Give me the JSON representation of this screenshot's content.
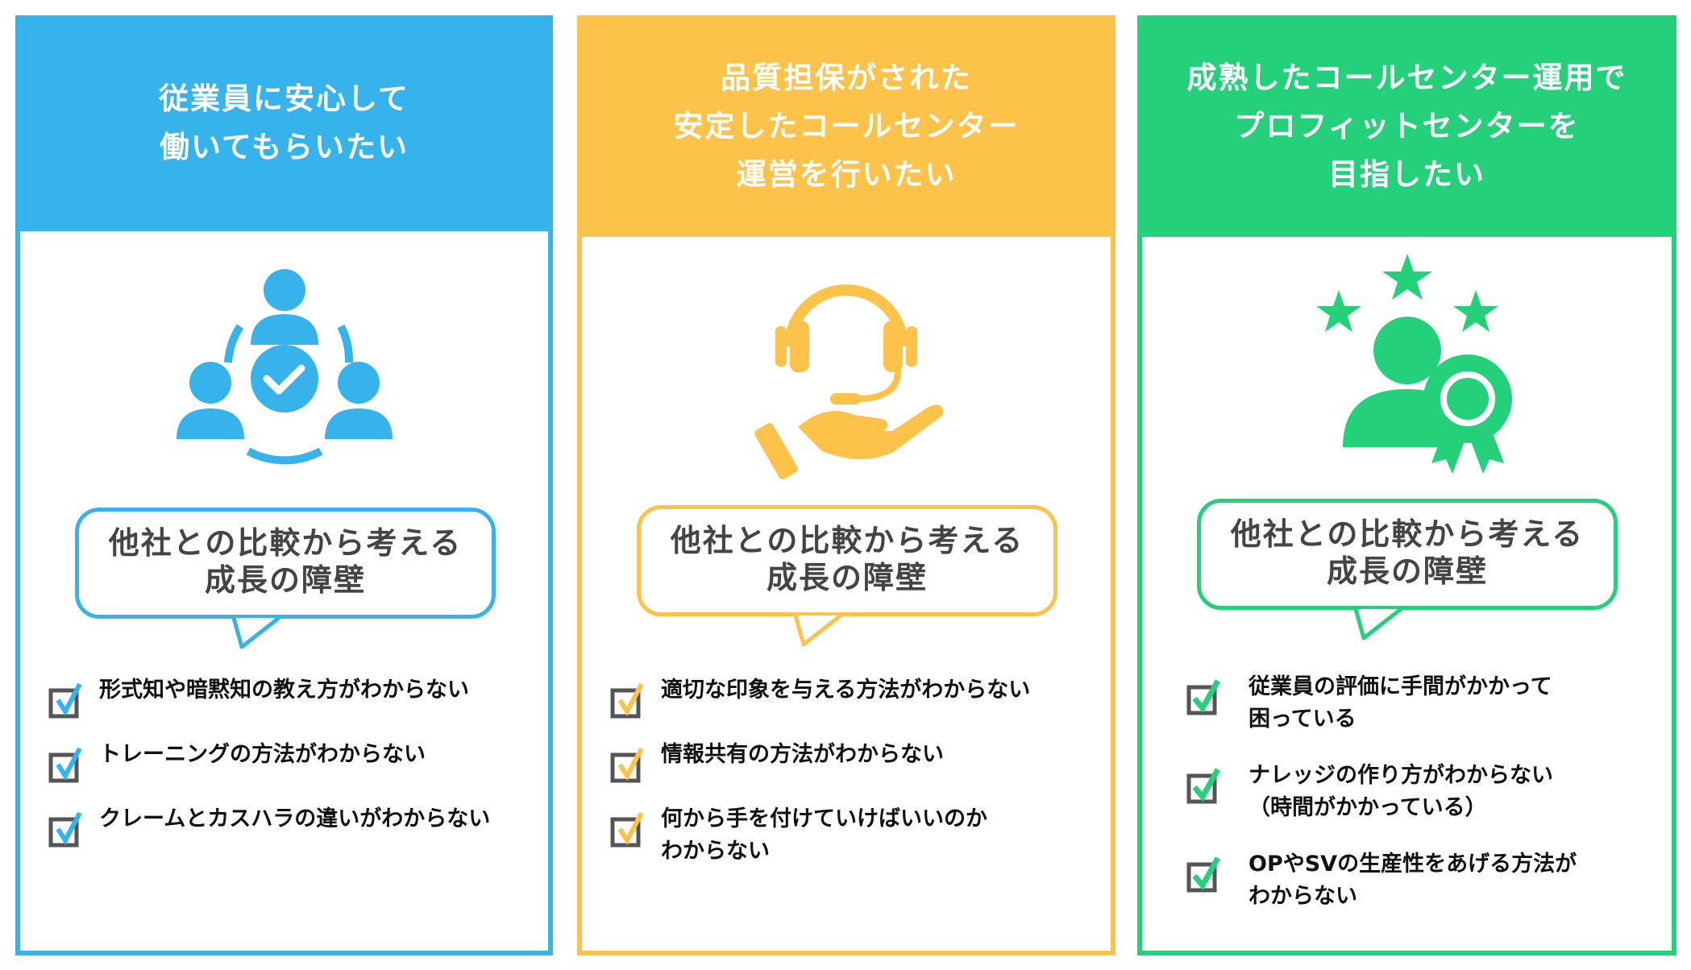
{
  "colors": {
    "blue": "#36b3ea",
    "yellow": "#fdc24a",
    "green": "#25d07a",
    "checkbox": "#555555"
  },
  "panels": [
    {
      "title": "従業員に安心して\n働いてもらいたい",
      "icon": "team-check-icon",
      "bubble": "他社との比較から考える\n成長の障壁",
      "items": [
        "形式知や暗黙知の教え方がわからない",
        "トレーニングの方法がわからない",
        "クレームとカスハラの違いがわからない"
      ]
    },
    {
      "title": "品質担保がされた\n安定したコールセンター\n運営を行いたい",
      "icon": "headset-hand-icon",
      "bubble": "他社との比較から考える\n成長の障壁",
      "items": [
        "適切な印象を与える方法がわからない",
        "情報共有の方法がわからない",
        "何から手を付けていけばいいのか\nわからない"
      ]
    },
    {
      "title": "成熟したコールセンター運用で\nプロフィットセンターを\n目指したい",
      "icon": "person-award-icon",
      "bubble": "他社との比較から考える\n成長の障壁",
      "items": [
        "従業員の評価に手間がかかって\n困っている",
        "ナレッジの作り方がわからない\n（時間がかかっている）",
        "OPやSVの生産性をあげる方法が\nわからない"
      ]
    }
  ]
}
